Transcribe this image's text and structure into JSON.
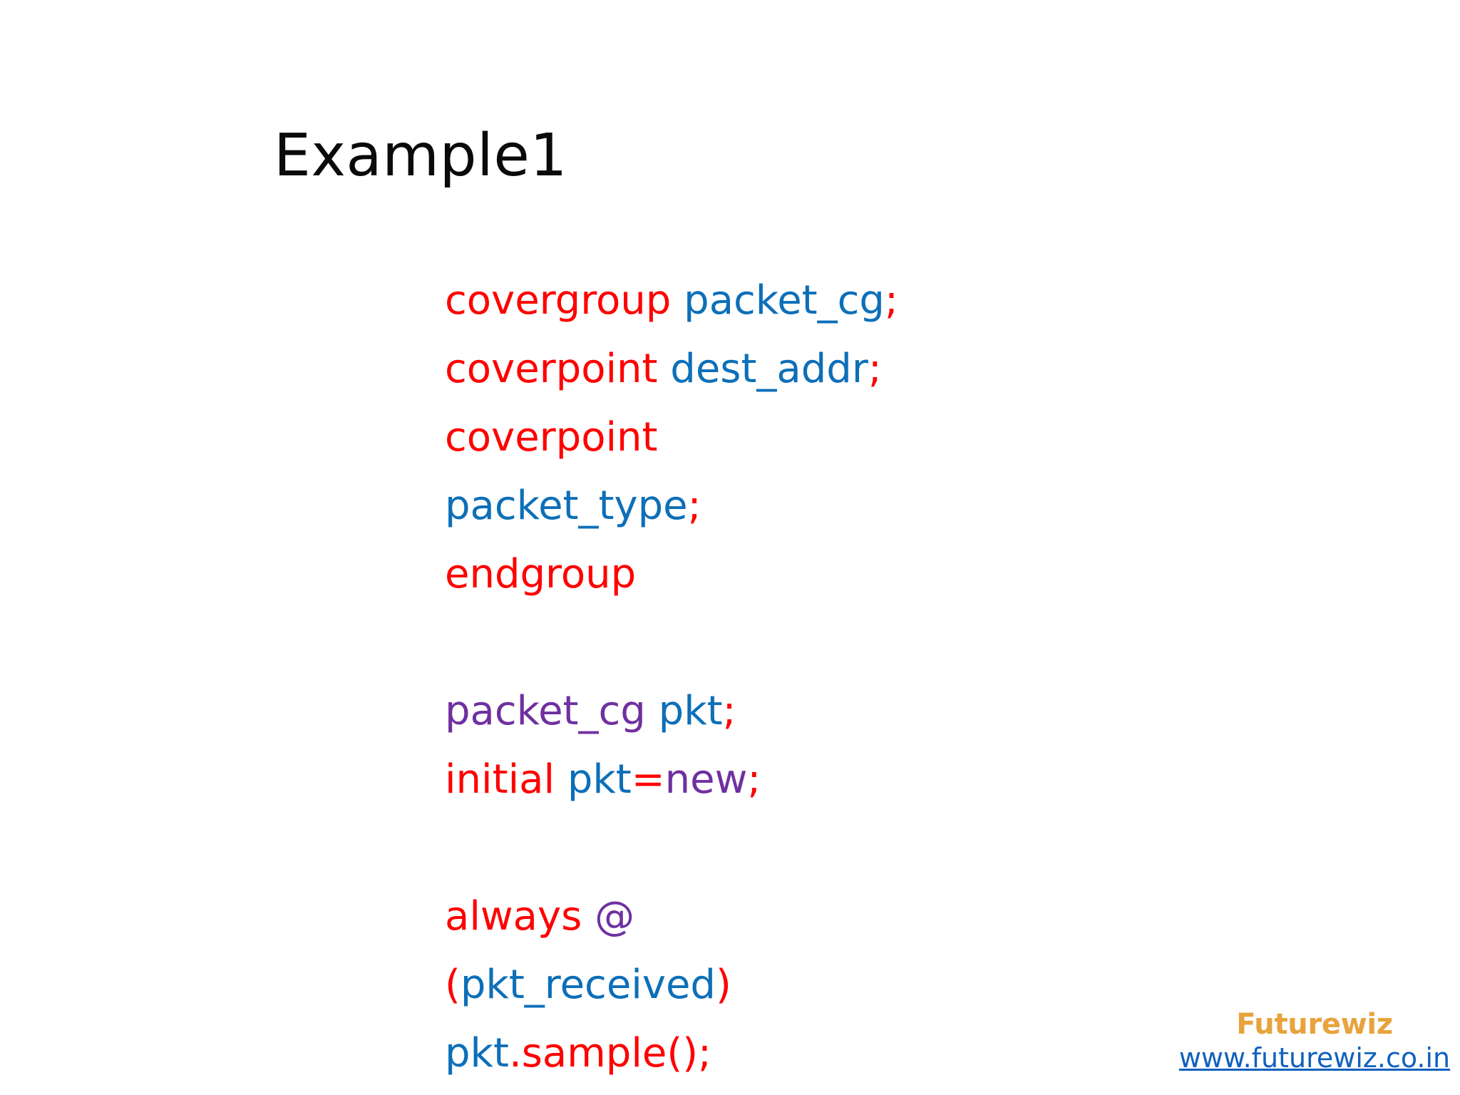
{
  "slide": {
    "title": "Example1",
    "background_color": "#FFFFFF"
  },
  "palette": {
    "keyword_red": "#FF0000",
    "identifier_blue": "#0D6FB8",
    "type_purple": "#7030A0",
    "title_black": "#0A0A0A",
    "brand_orange": "#E8A33D",
    "link_blue": "#1161BE"
  },
  "code": {
    "language": "SystemVerilog",
    "lines": [
      {
        "id": "line-1",
        "text": "covergroup packet_cg;",
        "tokens": [
          {
            "t": "covergroup",
            "c": "kw"
          },
          {
            "t": " ",
            "c": "plain"
          },
          {
            "t": "packet_cg",
            "c": "id"
          },
          {
            "t": ";",
            "c": "punct-r"
          }
        ]
      },
      {
        "id": "line-2",
        "text": "coverpoint dest_addr;",
        "tokens": [
          {
            "t": "coverpoint",
            "c": "kw"
          },
          {
            "t": " ",
            "c": "plain"
          },
          {
            "t": "dest_addr",
            "c": "id"
          },
          {
            "t": ";",
            "c": "punct-r"
          }
        ]
      },
      {
        "id": "line-3",
        "text": "coverpoint",
        "tokens": [
          {
            "t": "coverpoint",
            "c": "kw"
          }
        ]
      },
      {
        "id": "line-4",
        "text": "packet_type;",
        "tokens": [
          {
            "t": "packet_type",
            "c": "id"
          },
          {
            "t": ";",
            "c": "punct-r"
          }
        ]
      },
      {
        "id": "line-5",
        "text": "endgroup",
        "tokens": [
          {
            "t": "endgroup",
            "c": "kw"
          }
        ]
      },
      {
        "id": "line-6",
        "text": "",
        "tokens": []
      },
      {
        "id": "line-7",
        "text": "packet_cg pkt;",
        "tokens": [
          {
            "t": "packet_cg",
            "c": "type"
          },
          {
            "t": " ",
            "c": "plain"
          },
          {
            "t": "pkt",
            "c": "id"
          },
          {
            "t": ";",
            "c": "punct-r"
          }
        ]
      },
      {
        "id": "line-8",
        "text": "initial pkt=new;",
        "tokens": [
          {
            "t": "initial",
            "c": "kw"
          },
          {
            "t": " ",
            "c": "plain"
          },
          {
            "t": "pkt",
            "c": "id"
          },
          {
            "t": "=",
            "c": "op"
          },
          {
            "t": "new",
            "c": "type"
          },
          {
            "t": ";",
            "c": "punct-r"
          }
        ]
      },
      {
        "id": "line-9",
        "text": "",
        "tokens": []
      },
      {
        "id": "line-10",
        "text": "always @",
        "tokens": [
          {
            "t": "always",
            "c": "kw"
          },
          {
            "t": " ",
            "c": "plain"
          },
          {
            "t": "@",
            "c": "type"
          }
        ]
      },
      {
        "id": "line-11",
        "text": "(pkt_received)",
        "tokens": [
          {
            "t": "(",
            "c": "punct-r"
          },
          {
            "t": "pkt_received",
            "c": "id"
          },
          {
            "t": ")",
            "c": "punct-r"
          }
        ]
      },
      {
        "id": "line-12",
        "text": "pkt.sample();",
        "tokens": [
          {
            "t": "pkt",
            "c": "id"
          },
          {
            "t": ".sample();",
            "c": "kw"
          }
        ]
      }
    ]
  },
  "footer": {
    "brand_name": "Futurewiz",
    "website": "www.futurewiz.co.in"
  }
}
